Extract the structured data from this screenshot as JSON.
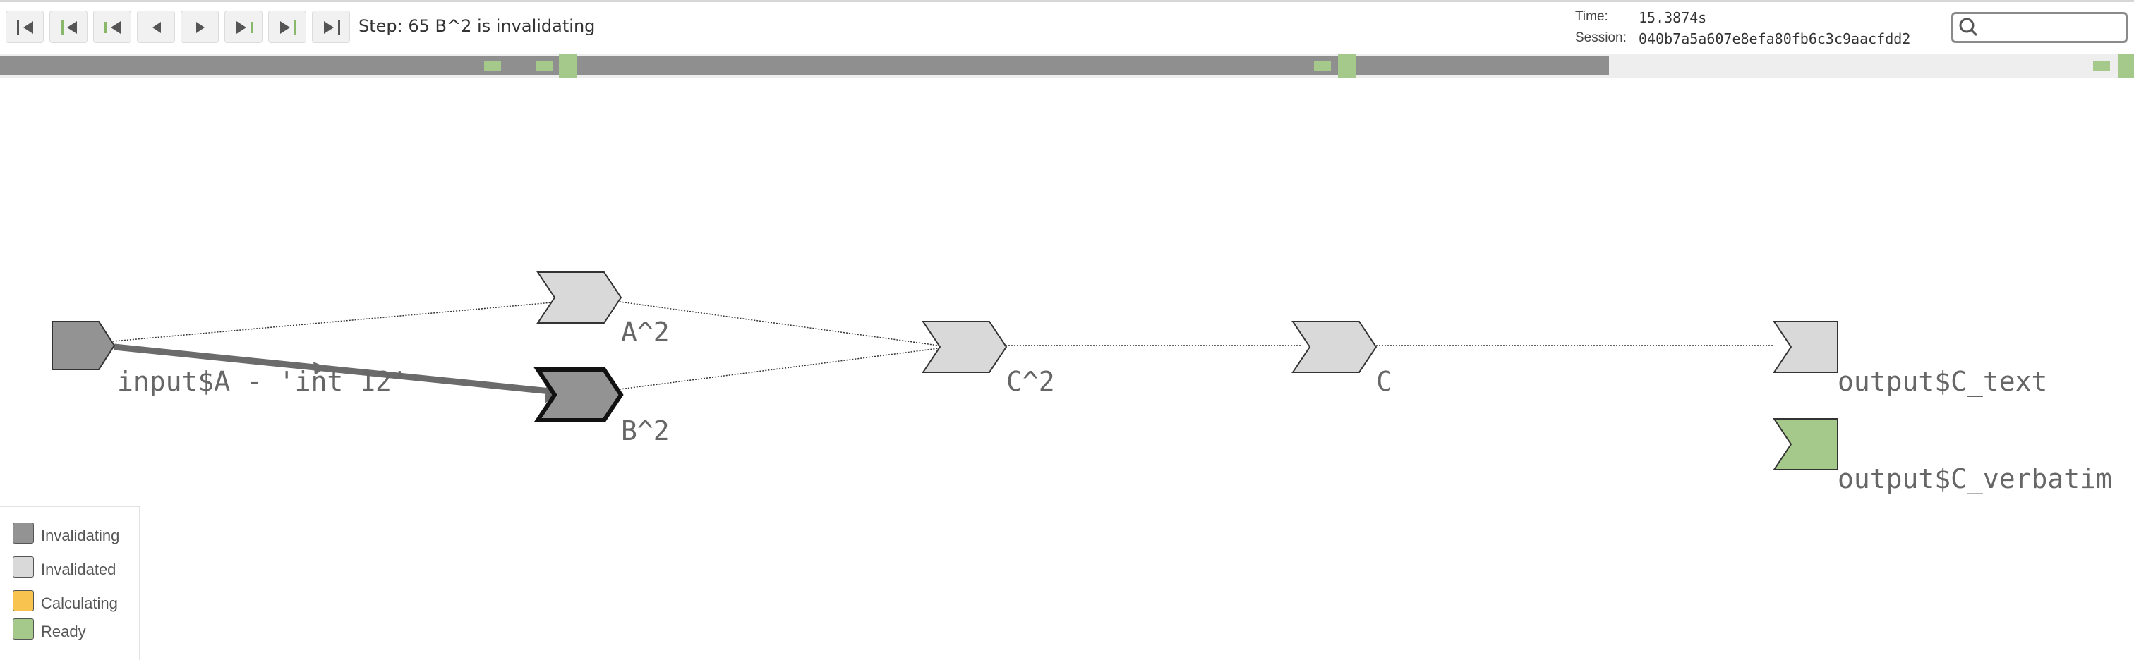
{
  "toolbar": {
    "buttons": [
      {
        "name": "first-step-icon"
      },
      {
        "name": "prev-idle-icon"
      },
      {
        "name": "prev-user-action-icon"
      },
      {
        "name": "prev-step-icon"
      },
      {
        "name": "next-step-icon"
      },
      {
        "name": "next-user-action-icon"
      },
      {
        "name": "next-idle-icon"
      },
      {
        "name": "last-step-icon"
      }
    ],
    "step_text": "Step: 65 B^2 is invalidating"
  },
  "session_info": {
    "time_label": "Time:",
    "time_value": "15.3874s",
    "session_label": "Session:",
    "session_value": "040b7a5a607e8efa80fb6c3c9aacfdd2"
  },
  "search": {
    "placeholder": "",
    "icon": "magnifier-icon"
  },
  "timeline": {
    "progress": 0.754,
    "marker_color": "#a5c98a",
    "fill_color": "#8f8f8f"
  },
  "graph": {
    "nodes": [
      {
        "label": "input$A - 'int 12'",
        "status": "Invalidating"
      },
      {
        "label": "A^2",
        "status": "Invalidated"
      },
      {
        "label": "B^2",
        "status": "Invalidating"
      },
      {
        "label": "C^2",
        "status": "Invalidated"
      },
      {
        "label": "C",
        "status": "Invalidated"
      },
      {
        "label": "output$C_text",
        "status": "Invalidated"
      },
      {
        "label": "output$C_verbatim",
        "status": "Ready"
      }
    ]
  },
  "legend": [
    {
      "label": "Invalidating",
      "color": "#939393"
    },
    {
      "label": "Invalidated",
      "color": "#d9d9d9"
    },
    {
      "label": "Calculating",
      "color": "#f8c44f"
    },
    {
      "label": "Ready",
      "color": "#a5c98a"
    }
  ]
}
